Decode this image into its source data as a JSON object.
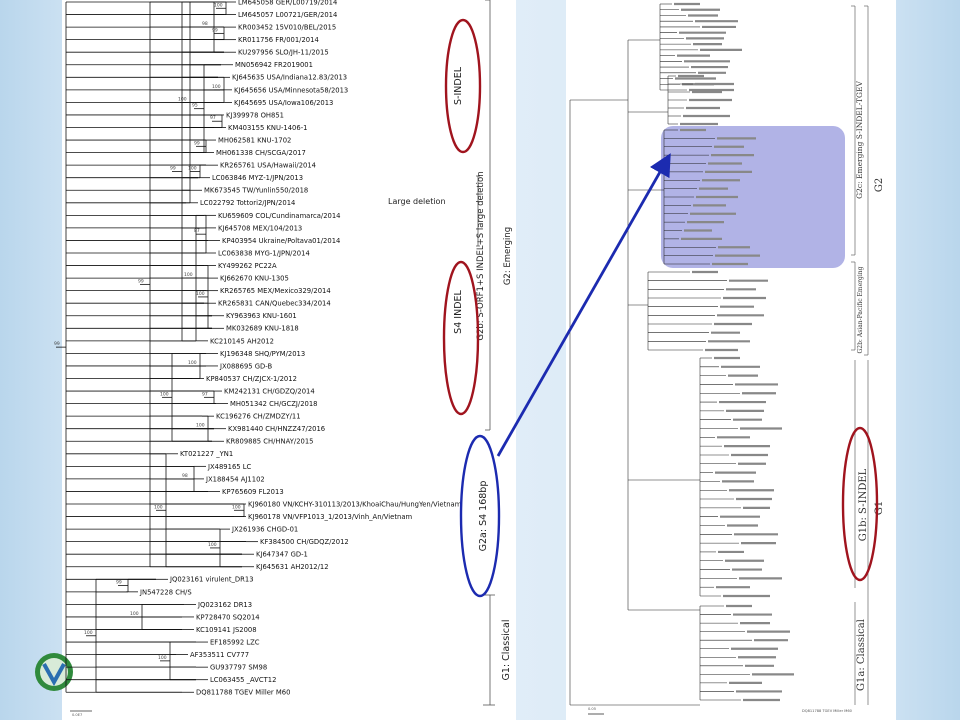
{
  "left_tree": {
    "taxa": [
      "LM645058 GER/L00719/2014",
      "LM645057 L00721/GER/2014",
      "KR003452 15V010/BEL/2015",
      "KR011756 FR/001/2014",
      "KU297956 SLO/JH-11/2015",
      "MN056942 FR2019001",
      "KJ645635 USA/Indiana12.83/2013",
      "KJ645656 USA/Minnesota58/2013",
      "KJ645695 USA/Iowa106/2013",
      "KJ399978 OH851",
      "KM403155 KNU-1406-1",
      "MH062581 KNU-1702",
      "MH061338 CH/SCGA/2017",
      "KR265761 USA/Hawaii/2014",
      "LC063846 MYZ-1/JPN/2013",
      "MK673545 TW/Yunlin550/2018",
      "LC022792 Tottori2/JPN/2014",
      "KU659609 COL/Cundinamarca/2014",
      "KJ645708 MEX/104/2013",
      "KP403954 Ukraine/Poltava01/2014",
      "LC063838 MYG-1/JPN/2014",
      "KY499262 PC22A",
      "KJ662670 KNU-1305",
      "KR265765 MEX/Mexico329/2014",
      "KR265831 CAN/Quebec334/2014",
      "KY963963 KNU-1601",
      "MK032689 KNU-1818",
      "KC210145 AH2012",
      "KJ196348 SHQ/PYM/2013",
      "JX088695 GD-B",
      "KP840537 CH/ZJCX-1/2012",
      "KM242131 CH/GDZQ/2014",
      "MH051342 CH/GCZJ/2018",
      "KC196276 CH/ZMDZY/11",
      "KX981440 CH/HNZZ47/2016",
      "KR809885 CH/HNAY/2015",
      "KT021227 _YN1",
      "JX489165 LC",
      "JX188454 AJ1102",
      "KP765609 FL2013",
      "KJ960180 VN/KCHY-310113/2013/KhoaiChau/HungYen/Vietnam",
      "KJ960178 VN/VFP1013_1/2013/Vinh_An/Vietnam",
      "JX261936 CHGD-01",
      "KF384500 CH/GDQZ/2012",
      "KJ647347 GD-1",
      "KJ645631 AH2012/12",
      "JQ023161 virulent_DR13",
      "JN547228 CH/S",
      "JQ023162 DR13",
      "KP728470 SQ2014",
      "KC109141 JS2008",
      "EF185992 LZC",
      "AF353511 CV777",
      "GU937797 SM98",
      "LC063455 _AVCT12",
      "DQ811788 TGEV Miller M60"
    ],
    "bootstrap": [
      "100",
      "99",
      "98",
      "100",
      "97",
      "99",
      "100",
      "95",
      "100",
      "87",
      "100",
      "100",
      "99",
      "100",
      "97",
      "100",
      "100",
      "98",
      "100",
      "100",
      "100",
      "99",
      "99",
      "100",
      "100",
      "100",
      "99",
      "100",
      "100",
      "97"
    ],
    "scale": "0.0E7",
    "labels": {
      "s_indel": "S-INDEL",
      "large_deletion": "Large deletion",
      "g2b": "G2b: S-ORF1+S INDEL+S large deletion",
      "s4_indel": "S4 INDEL",
      "g2_emerging": "G2: Emerging",
      "g2a": "G2a: S4 168bp",
      "g1_classical": "G1: Classical"
    }
  },
  "right_tree": {
    "labels": {
      "g2_top": "G2",
      "g2c": "G2c: Emerging S-INDEL-TGEV",
      "g1b": "G1b: S-INDEL",
      "g1_classical": "G1a: Classical",
      "g1": "G1",
      "g2_sub": "G2b: Asian-Pacific Emerging"
    },
    "scale": "0.05",
    "bottom_label": "DQ811788 TGEV Miller M60"
  },
  "colors": {
    "red_ellipse": "#a0141e",
    "blue_ellipse": "#1c2bb0",
    "arrow": "#1c2bb0",
    "highlight": "#a9abe3"
  }
}
